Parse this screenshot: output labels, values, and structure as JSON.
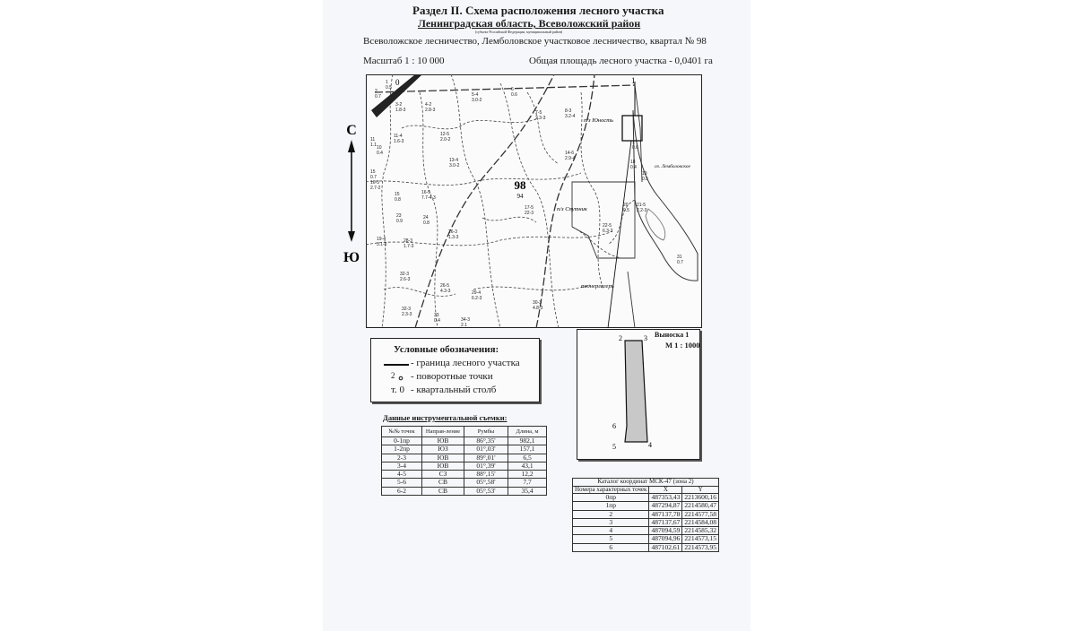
{
  "header": {
    "title": "Раздел II. Схема расположения лесного участка",
    "region": "Ленинградская область, Всеволожский район",
    "subject_note": "(субъект Российской Федерации, муниципальный район)",
    "forestry": "Всеволожское лесничество, Лемболовское участковое лесничество, квартал № 98",
    "scale": "Масштаб 1 : 10 000",
    "area": "Общая площадь лесного участка - 0,0401 га"
  },
  "map": {
    "compass_north": "С",
    "compass_south": "Ю",
    "quarter_number": "98",
    "quarter_sub": "94",
    "place_labels": [
      "п/з Юность",
      "оз. Лемболовское",
      "п/з Спутник",
      "пионерлагерь"
    ],
    "post_label": "0",
    "point_label": "1",
    "subplot_labels": [
      [
        "1",
        "0.5"
      ],
      [
        "2",
        "0.7"
      ],
      [
        "3-2",
        "1.8-3"
      ],
      [
        "4-2",
        "2.8-3"
      ],
      [
        "5-4",
        "3.0-2"
      ],
      [
        "6",
        "0.6"
      ],
      [
        "7-5",
        "2.3-3"
      ],
      [
        "8-3",
        "3.2-4"
      ],
      [
        "11",
        "1.1"
      ],
      [
        "11-4",
        "1.6-3"
      ],
      [
        "12-5",
        "2.0-2"
      ],
      [
        "10",
        "0.4"
      ],
      [
        "15",
        "0.7"
      ],
      [
        "16-5",
        "2.7-2"
      ],
      [
        "15",
        "0.8"
      ],
      [
        "16-5",
        "7.7-4-3"
      ],
      [
        "13-4",
        "3.0-2"
      ],
      [
        "14-6",
        "2.9-4"
      ],
      [
        "18",
        "0.4"
      ],
      [
        "19",
        "0.5"
      ],
      [
        "17-5",
        "22-3"
      ],
      [
        "23",
        "0.9"
      ],
      [
        "24",
        "0.8"
      ],
      [
        "26-3",
        "1.3-3"
      ],
      [
        "20",
        "0.5"
      ],
      [
        "21-5",
        "2.2-3"
      ],
      [
        "19-4",
        "3.1-3"
      ],
      [
        "28-3",
        "1.7-3"
      ],
      [
        "22-5",
        "6.3-3"
      ],
      [
        "31",
        "0.7"
      ],
      [
        "32-3",
        "2.6-3"
      ],
      [
        "26-5",
        "4.3-3"
      ],
      [
        "29-4",
        "6.2-3"
      ],
      [
        "30-3",
        "4.8-3"
      ],
      [
        "32-3",
        "2.3-3"
      ],
      [
        "33",
        "0.4"
      ],
      [
        "34-3",
        "2.1"
      ],
      [
        "1",
        "0.6"
      ]
    ]
  },
  "legend": {
    "title": "Условные обозначения:",
    "items": [
      {
        "symbol": "",
        "text": "- граница лесного участка"
      },
      {
        "symbol": "2",
        "text": "- поворотные точки"
      },
      {
        "symbol": "т. 0",
        "text": "- квартальный столб"
      }
    ]
  },
  "survey": {
    "title": "Данные инструментальной съемки:",
    "headers": [
      "№№ точек",
      "Направ-ление",
      "Румбы",
      "Длина, м"
    ],
    "rows": [
      [
        "0-1пр",
        "ЮВ",
        "86°,35'",
        "982,1"
      ],
      [
        "1-2пр",
        "ЮЗ",
        "01°,03'",
        "157,1"
      ],
      [
        "2-3",
        "ЮВ",
        "89°,01'",
        "6,5"
      ],
      [
        "3-4",
        "ЮВ",
        "01°,39'",
        "43,1"
      ],
      [
        "4-5",
        "СЗ",
        "88°,15'",
        "12,2"
      ],
      [
        "5-6",
        "СВ",
        "05°,58'",
        "7,7"
      ],
      [
        "6-2",
        "СВ",
        "05°,53'",
        "35,4"
      ]
    ]
  },
  "inset": {
    "title": "Выноска 1",
    "scale": "М 1 : 1000",
    "points": [
      "2",
      "3",
      "4",
      "5",
      "6"
    ]
  },
  "catalog": {
    "caption": "Каталог координат МСК-47 (зона 2)",
    "headers": [
      "Номера характерных точек",
      "X",
      "Y"
    ],
    "rows": [
      [
        "0пр",
        "487353,43",
        "2213600,16"
      ],
      [
        "1пр",
        "487294,87",
        "2214580,47"
      ],
      [
        "2",
        "487137,78",
        "2214577,58"
      ],
      [
        "3",
        "487137,67",
        "2214584,08"
      ],
      [
        "4",
        "487094,59",
        "2214585,32"
      ],
      [
        "5",
        "487094,96",
        "2214573,15"
      ],
      [
        "6",
        "487102,61",
        "2214573,95"
      ]
    ]
  }
}
